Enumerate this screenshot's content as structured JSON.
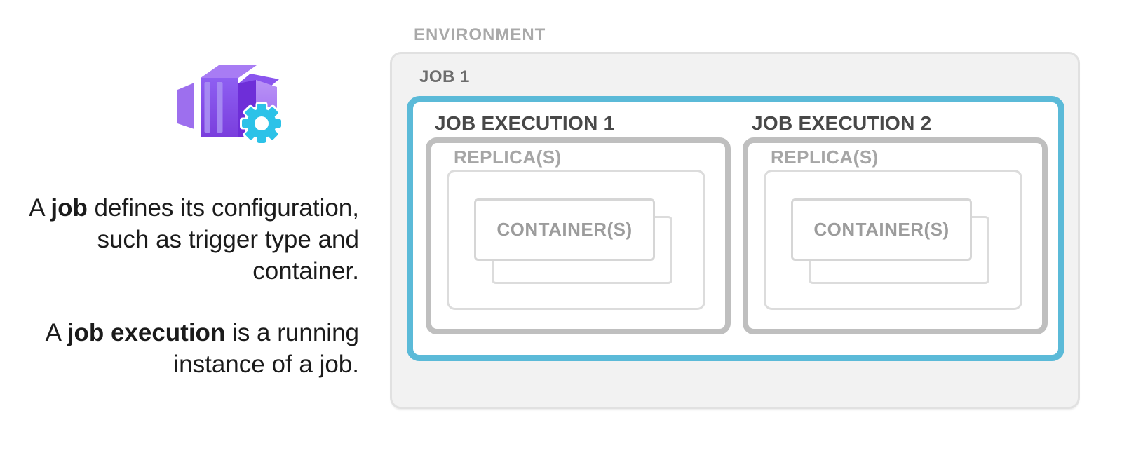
{
  "left_panel": {
    "icon": "container-apps-job-icon",
    "paragraph1": {
      "pre": "A ",
      "bold": "job",
      "post": " defines its configuration, such as trigger type and container."
    },
    "paragraph2": {
      "pre": "A ",
      "bold": "job execution",
      "post": " is a running instance of a job."
    }
  },
  "diagram": {
    "environment_label": "ENVIRONMENT",
    "job_label": "JOB 1",
    "executions": [
      {
        "label": "JOB EXECUTION 1",
        "replica_label": "REPLICA(S)",
        "container_label": "CONTAINER(S)"
      },
      {
        "label": "JOB EXECUTION 2",
        "replica_label": "REPLICA(S)",
        "container_label": "CONTAINER(S)"
      }
    ],
    "colors": {
      "accent_blue": "#5bbad8",
      "execution_border": "#bfbfbf",
      "inner_border": "#dcdcdc",
      "environment_fill": "#f2f2f2",
      "environment_border": "#e1e1e1",
      "icon_purple": "#8351e8",
      "icon_gear_cyan": "#2cc2e8"
    }
  }
}
